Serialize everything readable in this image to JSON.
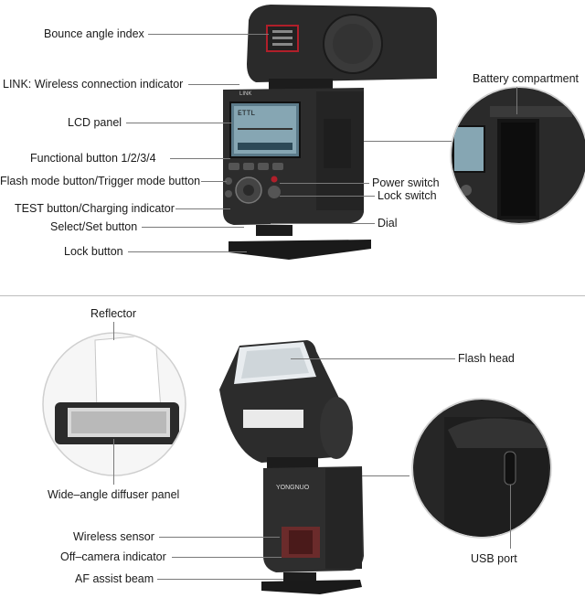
{
  "top_section": {
    "labels": {
      "bounce_angle_index": "Bounce angle index",
      "link_indicator": "LINK: Wireless connection indicator",
      "lcd_panel": "LCD panel",
      "functional_button": "Functional button 1/2/3/4",
      "flash_mode_button": "Flash mode button/Trigger mode button",
      "test_button": "TEST button/Charging indicator",
      "select_set_button": "Select/Set button",
      "lock_button": "Lock button",
      "battery_compartment": "Battery compartment",
      "power_switch": "Power switch",
      "lock_switch": "Lock switch",
      "dial": "Dial"
    },
    "device_text": {
      "link": "LINK",
      "lcd_mode": "ETTL"
    }
  },
  "bottom_section": {
    "labels": {
      "reflector": "Reflector",
      "flash_head": "Flash head",
      "wide_angle_diffuser": "Wide–angle diffuser panel",
      "wireless_sensor": "Wireless sensor",
      "off_camera_indicator": "Off–camera indicator",
      "af_assist_beam": "AF assist beam",
      "usb_port": "USB port"
    },
    "device_text": {
      "brand": "YONGNUO"
    }
  }
}
